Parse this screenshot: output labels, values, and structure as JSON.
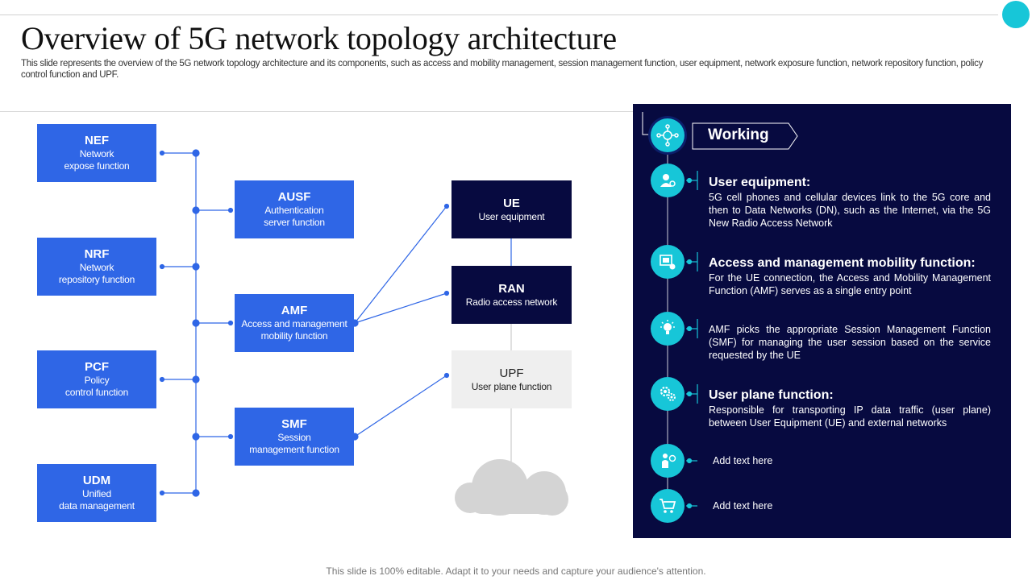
{
  "header": {
    "title": "Overview of 5G network topology architecture",
    "subtitle": "This slide represents the overview of the 5G network topology architecture and its components, such as access and mobility management, session management function, user equipment, network exposure function, network repository function, policy control function and UPF."
  },
  "left_boxes": [
    {
      "abbr": "NEF",
      "line1": "Network",
      "line2": "expose function"
    },
    {
      "abbr": "NRF",
      "line1": "Network",
      "line2": "repository function"
    },
    {
      "abbr": "PCF",
      "line1": "Policy",
      "line2": "control function"
    },
    {
      "abbr": "UDM",
      "line1": "Unified",
      "line2": "data management"
    }
  ],
  "mid_boxes": [
    {
      "abbr": "AUSF",
      "line1": "Authentication",
      "line2": "server function"
    },
    {
      "abbr": "AMF",
      "line1": "Access and management",
      "line2": "mobility function"
    },
    {
      "abbr": "SMF",
      "line1": "Session",
      "line2": "management function"
    }
  ],
  "right_boxes": [
    {
      "abbr": "UE",
      "line1": "User equipment"
    },
    {
      "abbr": "RAN",
      "line1": "Radio access network"
    },
    {
      "abbr": "UPF",
      "line1": "User plane function"
    }
  ],
  "panel": {
    "title": "Working",
    "items": [
      {
        "heading": "User equipment:",
        "text": "5G cell phones and cellular devices link to the 5G core and then to Data Networks (DN), such as the Internet, via the 5G New Radio Access Network",
        "icon": "user-settings-icon"
      },
      {
        "heading": "Access and management mobility function:",
        "text": "For the UE connection, the Access and Mobility Management Function (AMF) serves as a single entry point",
        "icon": "device-gear-icon"
      },
      {
        "heading": "",
        "text": "AMF picks the appropriate Session Management Function (SMF) for managing the user session based on the service requested by the UE",
        "icon": "lightbulb-icon"
      },
      {
        "heading": "User plane function:",
        "text": "Responsible for transporting IP data traffic (user plane) between User Equipment (UE) and external networks",
        "icon": "gears-icon"
      },
      {
        "heading": "",
        "text": "Add text here",
        "icon": "person-heart-icon"
      },
      {
        "heading": "",
        "text": "Add text here",
        "icon": "cart-icon"
      }
    ]
  },
  "footer": "This slide is 100% editable. Adapt it to your needs and capture your audience's attention.",
  "colors": {
    "blue": "#2f66e6",
    "navy": "#070a40",
    "cyan": "#17c6d8",
    "grey": "#efefef"
  }
}
